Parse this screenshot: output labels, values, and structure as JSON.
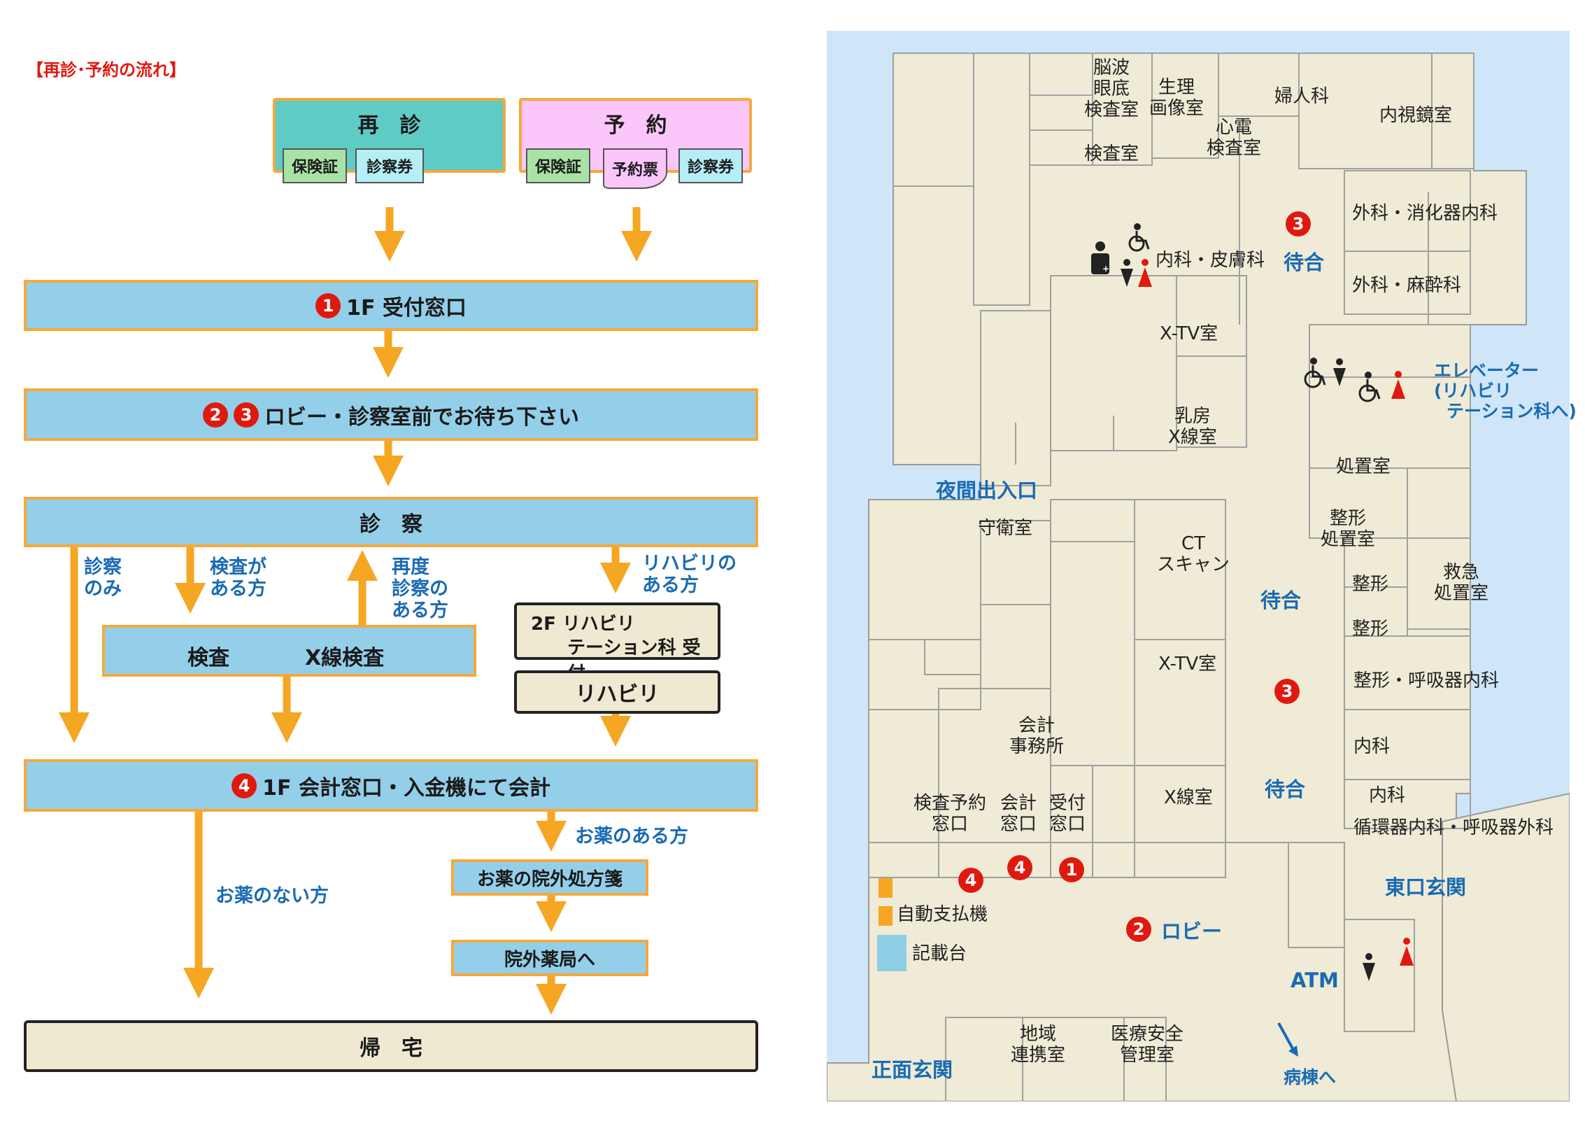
{
  "flow": {
    "title": "【再診･予約の流れ】",
    "revisit": {
      "title": "再　診",
      "tag1": "保険証",
      "tag2": "診察券"
    },
    "reserve": {
      "title": "予　約",
      "tag1": "保険証",
      "tag2": "予約票",
      "tag3": "診察券"
    },
    "step1": {
      "num": "1",
      "text": "1F 受付窓口"
    },
    "step23": {
      "num_a": "2",
      "num_b": "3",
      "text": "ロビー・診察室前でお待ち下さい"
    },
    "exam": "診　察",
    "branch_only": [
      "診察",
      "のみ"
    ],
    "branch_test": [
      "検査が",
      "ある方"
    ],
    "branch_re": [
      "再度",
      "診察の",
      "ある方"
    ],
    "branch_rehab": [
      "リハビリの",
      "ある方"
    ],
    "test_box": {
      "left": "検査",
      "right": "X線検査"
    },
    "rehab_reception": [
      "2F リハビリ",
      "テーション科 受付"
    ],
    "rehab": "リハビリ",
    "step4": {
      "num": "4",
      "text": "1F 会計窓口・入金機にて会計"
    },
    "med_yes": "お薬のある方",
    "med_no": "お薬のない方",
    "prescription": "お薬の院外処方箋",
    "pharmacy": "院外薬局へ",
    "home": "帰　宅"
  },
  "map": {
    "rooms": {
      "eeg": [
        "脳波",
        "眼底",
        "検査室"
      ],
      "physio": [
        "生理",
        "画像室"
      ],
      "gyn": "婦人科",
      "endo": "内視鏡室",
      "exam_room": "検査室",
      "ecg": [
        "心電",
        "検査室"
      ],
      "surg_gi": "外科・消化器内科",
      "int_derm": "内科・皮膚科",
      "surg_anes": "外科・麻酔科",
      "xtv1": "X-TV室",
      "mammo": [
        "乳房",
        "X線室"
      ],
      "treatment": "処置室",
      "ortho_treat": [
        "整形",
        "処置室"
      ],
      "guard": "守衛室",
      "ct": [
        "CT",
        "スキャン"
      ],
      "xtv2": "X-TV室",
      "ortho1": "整形",
      "ortho2": "整形",
      "emergency": [
        "救急",
        "処置室"
      ],
      "ortho_resp": "整形・呼吸器内科",
      "accounting_office": [
        "会計",
        "事務所"
      ],
      "internal1": "内科",
      "internal2": "内科",
      "xray": "X線室",
      "circ_resp": "循環器内科・呼吸器外科",
      "counter_test": [
        "検査予約",
        "窓口"
      ],
      "counter_pay": [
        "会計",
        "窓口"
      ],
      "counter_recv": [
        "受付",
        "窓口"
      ],
      "regional": [
        "地域",
        "連携室"
      ],
      "safety": [
        "医療安全",
        "管理室"
      ]
    },
    "labels": {
      "waiting1": "待合",
      "waiting2": "待合",
      "waiting3": "待合",
      "elevator": [
        "エレベーター",
        "(リハビリ",
        "テーション科へ)"
      ],
      "night_entrance": "夜間出入口",
      "east_entrance": "東口玄関",
      "main_entrance": "正面玄関",
      "atm": "ATM",
      "lobby": "ロビー",
      "ward": "病棟へ",
      "auto_pay": "自動支払機",
      "desk": "記載台"
    },
    "markers": {
      "m1": "1",
      "m2": "2",
      "m3a": "3",
      "m3b": "3",
      "m4a": "4",
      "m4b": "4"
    }
  }
}
